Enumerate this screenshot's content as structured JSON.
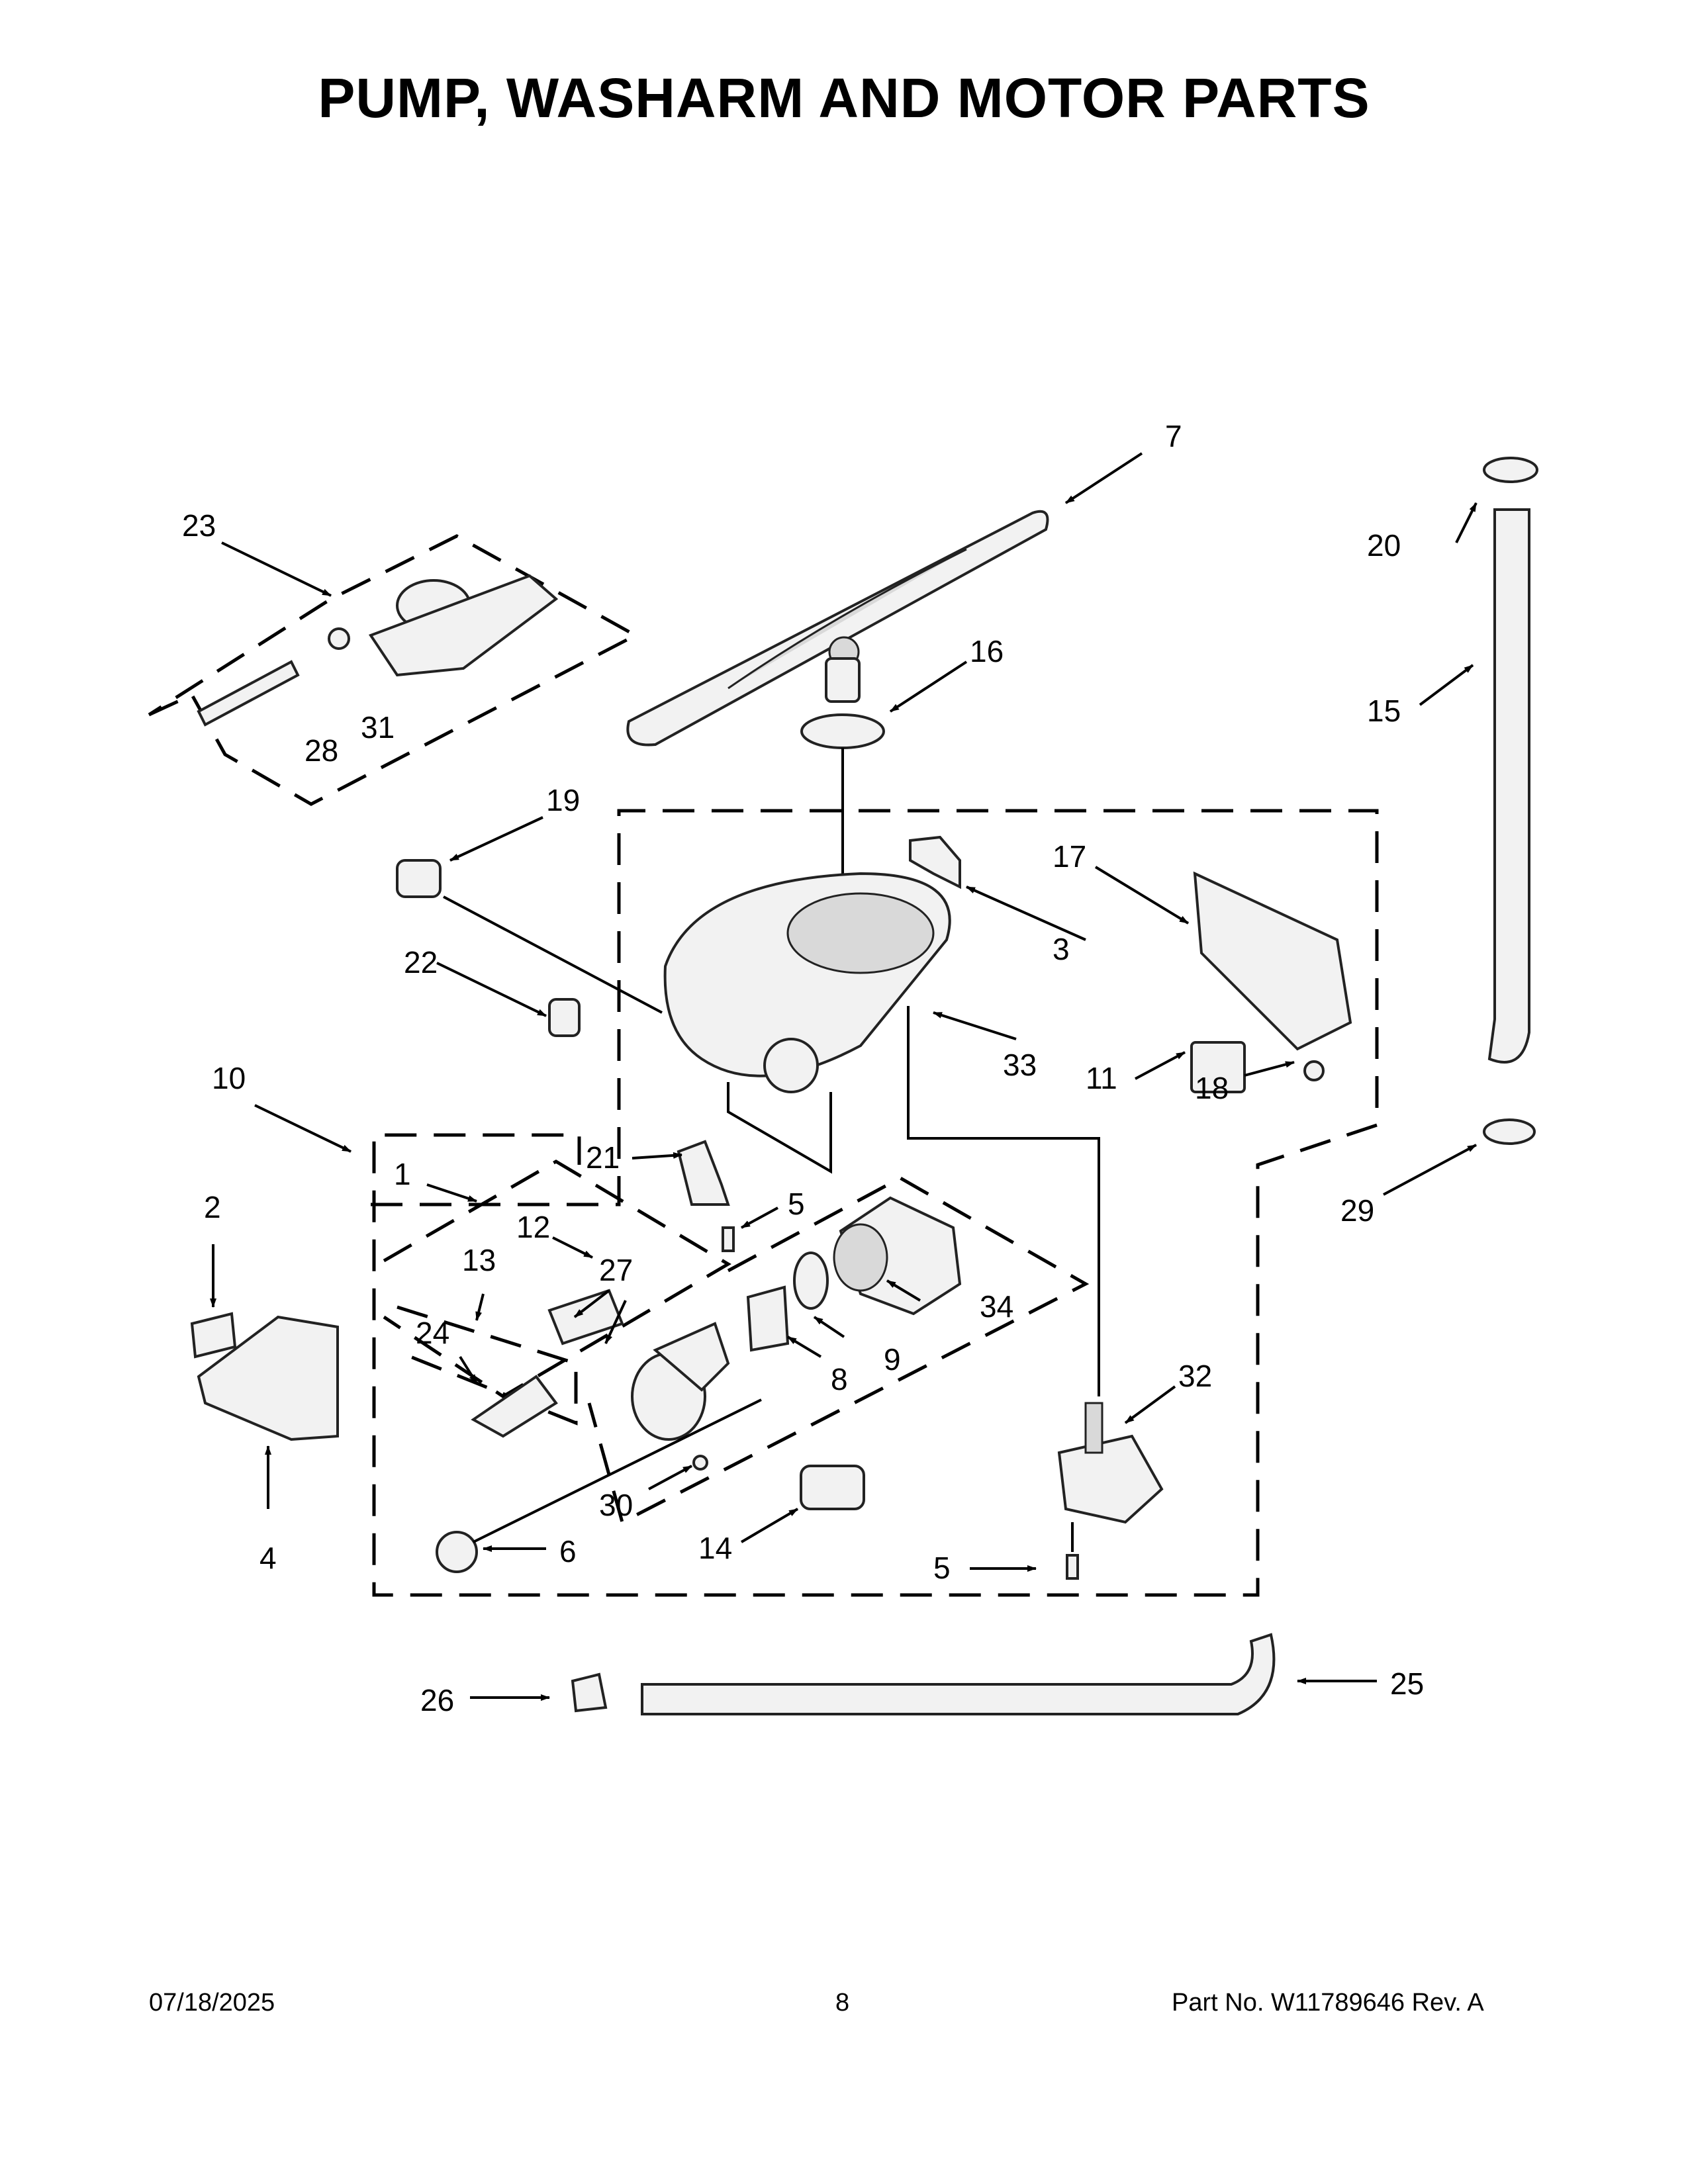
{
  "title": "PUMP, WASHARM AND MOTOR PARTS",
  "labels": {
    "l1": "1",
    "l2": "2",
    "l3": "3",
    "l4": "4",
    "l5a": "5",
    "l5b": "5",
    "l6": "6",
    "l7": "7",
    "l8": "8",
    "l9": "9",
    "l10": "10",
    "l11": "11",
    "l12": "12",
    "l13": "13",
    "l14": "14",
    "l15": "15",
    "l16": "16",
    "l17": "17",
    "l18": "18",
    "l19": "19",
    "l20": "20",
    "l21": "21",
    "l22": "22",
    "l23": "23",
    "l24": "24",
    "l25": "25",
    "l26": "26",
    "l27": "27",
    "l28": "28",
    "l29": "29",
    "l30": "30",
    "l31": "31",
    "l32": "32",
    "l33": "33",
    "l34": "34"
  },
  "footer": {
    "date": "07/18/2025",
    "page": "8",
    "part_number": "Part No.  W11789646   Rev.  A"
  }
}
